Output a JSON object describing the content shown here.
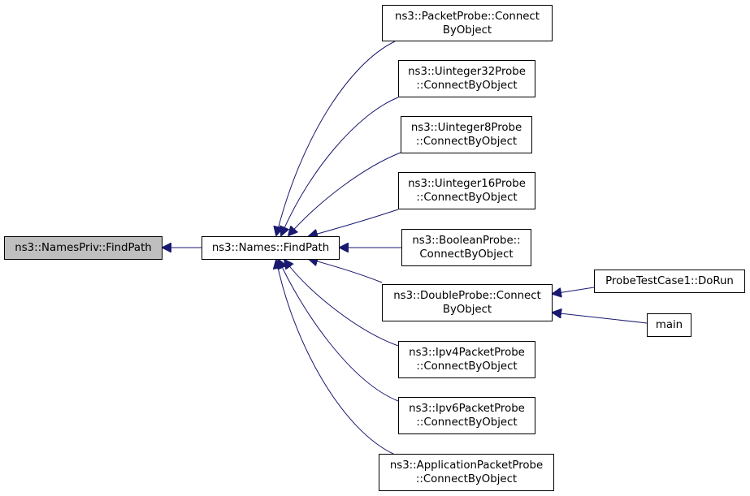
{
  "diagram": {
    "type": "call-graph",
    "colors": {
      "edge": "#191970",
      "border": "#000000",
      "root_fill": "#bfbfbf",
      "node_fill": "#ffffff"
    },
    "nodes": {
      "names_priv_findpath": {
        "lines": [
          "ns3::NamesPriv::FindPath"
        ]
      },
      "names_findpath": {
        "lines": [
          "ns3::Names::FindPath"
        ]
      },
      "packetprobe": {
        "lines": [
          "ns3::PacketProbe::Connect",
          "ByObject"
        ]
      },
      "uinteger32probe": {
        "lines": [
          "ns3::Uinteger32Probe",
          "::ConnectByObject"
        ]
      },
      "uinteger8probe": {
        "lines": [
          "ns3::Uinteger8Probe",
          "::ConnectByObject"
        ]
      },
      "uinteger16probe": {
        "lines": [
          "ns3::Uinteger16Probe",
          "::ConnectByObject"
        ]
      },
      "booleanprobe": {
        "lines": [
          "ns3::BooleanProbe::",
          "ConnectByObject"
        ]
      },
      "doubleprobe": {
        "lines": [
          "ns3::DoubleProbe::Connect",
          "ByObject"
        ]
      },
      "ipv4packetprobe": {
        "lines": [
          "ns3::Ipv4PacketProbe",
          "::ConnectByObject"
        ]
      },
      "ipv6packetprobe": {
        "lines": [
          "ns3::Ipv6PacketProbe",
          "::ConnectByObject"
        ]
      },
      "applicationpacketprobe": {
        "lines": [
          "ns3::ApplicationPacketProbe",
          "::ConnectByObject"
        ]
      },
      "probetestcase1_dorun": {
        "lines": [
          "ProbeTestCase1::DoRun"
        ]
      },
      "main": {
        "lines": [
          "main"
        ]
      }
    },
    "edges": [
      {
        "from": "names_findpath",
        "to": "names_priv_findpath"
      },
      {
        "from": "packetprobe",
        "to": "names_findpath"
      },
      {
        "from": "uinteger32probe",
        "to": "names_findpath"
      },
      {
        "from": "uinteger8probe",
        "to": "names_findpath"
      },
      {
        "from": "uinteger16probe",
        "to": "names_findpath"
      },
      {
        "from": "booleanprobe",
        "to": "names_findpath"
      },
      {
        "from": "doubleprobe",
        "to": "names_findpath"
      },
      {
        "from": "ipv4packetprobe",
        "to": "names_findpath"
      },
      {
        "from": "ipv6packetprobe",
        "to": "names_findpath"
      },
      {
        "from": "applicationpacketprobe",
        "to": "names_findpath"
      },
      {
        "from": "probetestcase1_dorun",
        "to": "doubleprobe"
      },
      {
        "from": "main",
        "to": "doubleprobe"
      }
    ]
  }
}
